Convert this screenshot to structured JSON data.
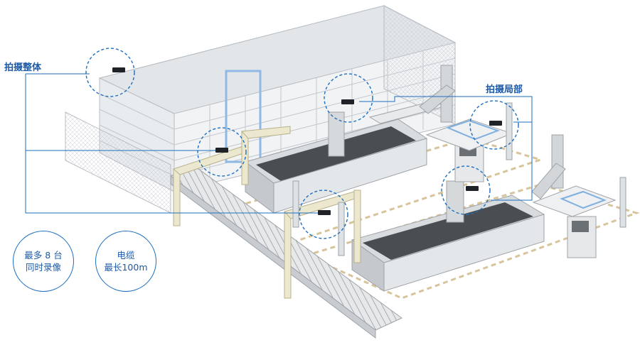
{
  "labels": {
    "overall_shot": "拍摄整体",
    "local_shot": "拍摄局部"
  },
  "badges": [
    {
      "line1": "最多 8 台",
      "line2": "同时录像"
    },
    {
      "line1": "电缆",
      "line2": "最长100m"
    }
  ],
  "colors": {
    "accent": "#1d6fc0",
    "machine": "#cfd3d6",
    "belt": "#4a4e52",
    "gantry": "#ece8cf",
    "highlight": "#7fb0e0",
    "floor_dash": "#d8c49a"
  },
  "icons": [
    "camera-icon",
    "robot-arm-icon",
    "control-panel-icon"
  ]
}
